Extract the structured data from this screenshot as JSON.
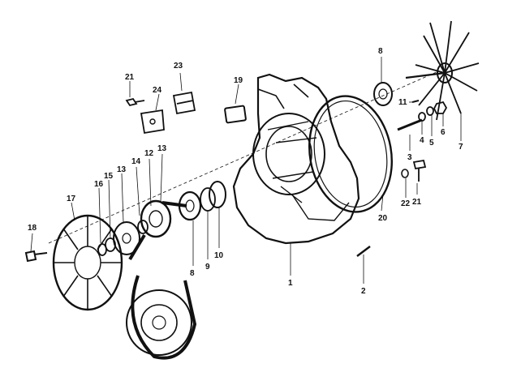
{
  "diagram": {
    "callouts": [
      {
        "id": "c1",
        "text": "1"
      },
      {
        "id": "c2",
        "text": "2"
      },
      {
        "id": "c3",
        "text": "3"
      },
      {
        "id": "c4",
        "text": "4"
      },
      {
        "id": "c5",
        "text": "5"
      },
      {
        "id": "c6",
        "text": "6"
      },
      {
        "id": "c7",
        "text": "7"
      },
      {
        "id": "c8a",
        "text": "8"
      },
      {
        "id": "c8b",
        "text": "8"
      },
      {
        "id": "c9",
        "text": "9"
      },
      {
        "id": "c10",
        "text": "10"
      },
      {
        "id": "c11",
        "text": "11"
      },
      {
        "id": "c12",
        "text": "12"
      },
      {
        "id": "c13a",
        "text": "13"
      },
      {
        "id": "c13b",
        "text": "13"
      },
      {
        "id": "c14",
        "text": "14"
      },
      {
        "id": "c15",
        "text": "15"
      },
      {
        "id": "c16",
        "text": "16"
      },
      {
        "id": "c17",
        "text": "17"
      },
      {
        "id": "c18",
        "text": "18"
      },
      {
        "id": "c19",
        "text": "19"
      },
      {
        "id": "c20",
        "text": "20"
      },
      {
        "id": "c21a",
        "text": "21"
      },
      {
        "id": "c21b",
        "text": "21"
      },
      {
        "id": "c22",
        "text": "22"
      },
      {
        "id": "c23",
        "text": "23"
      },
      {
        "id": "c24",
        "text": "24"
      }
    ]
  }
}
